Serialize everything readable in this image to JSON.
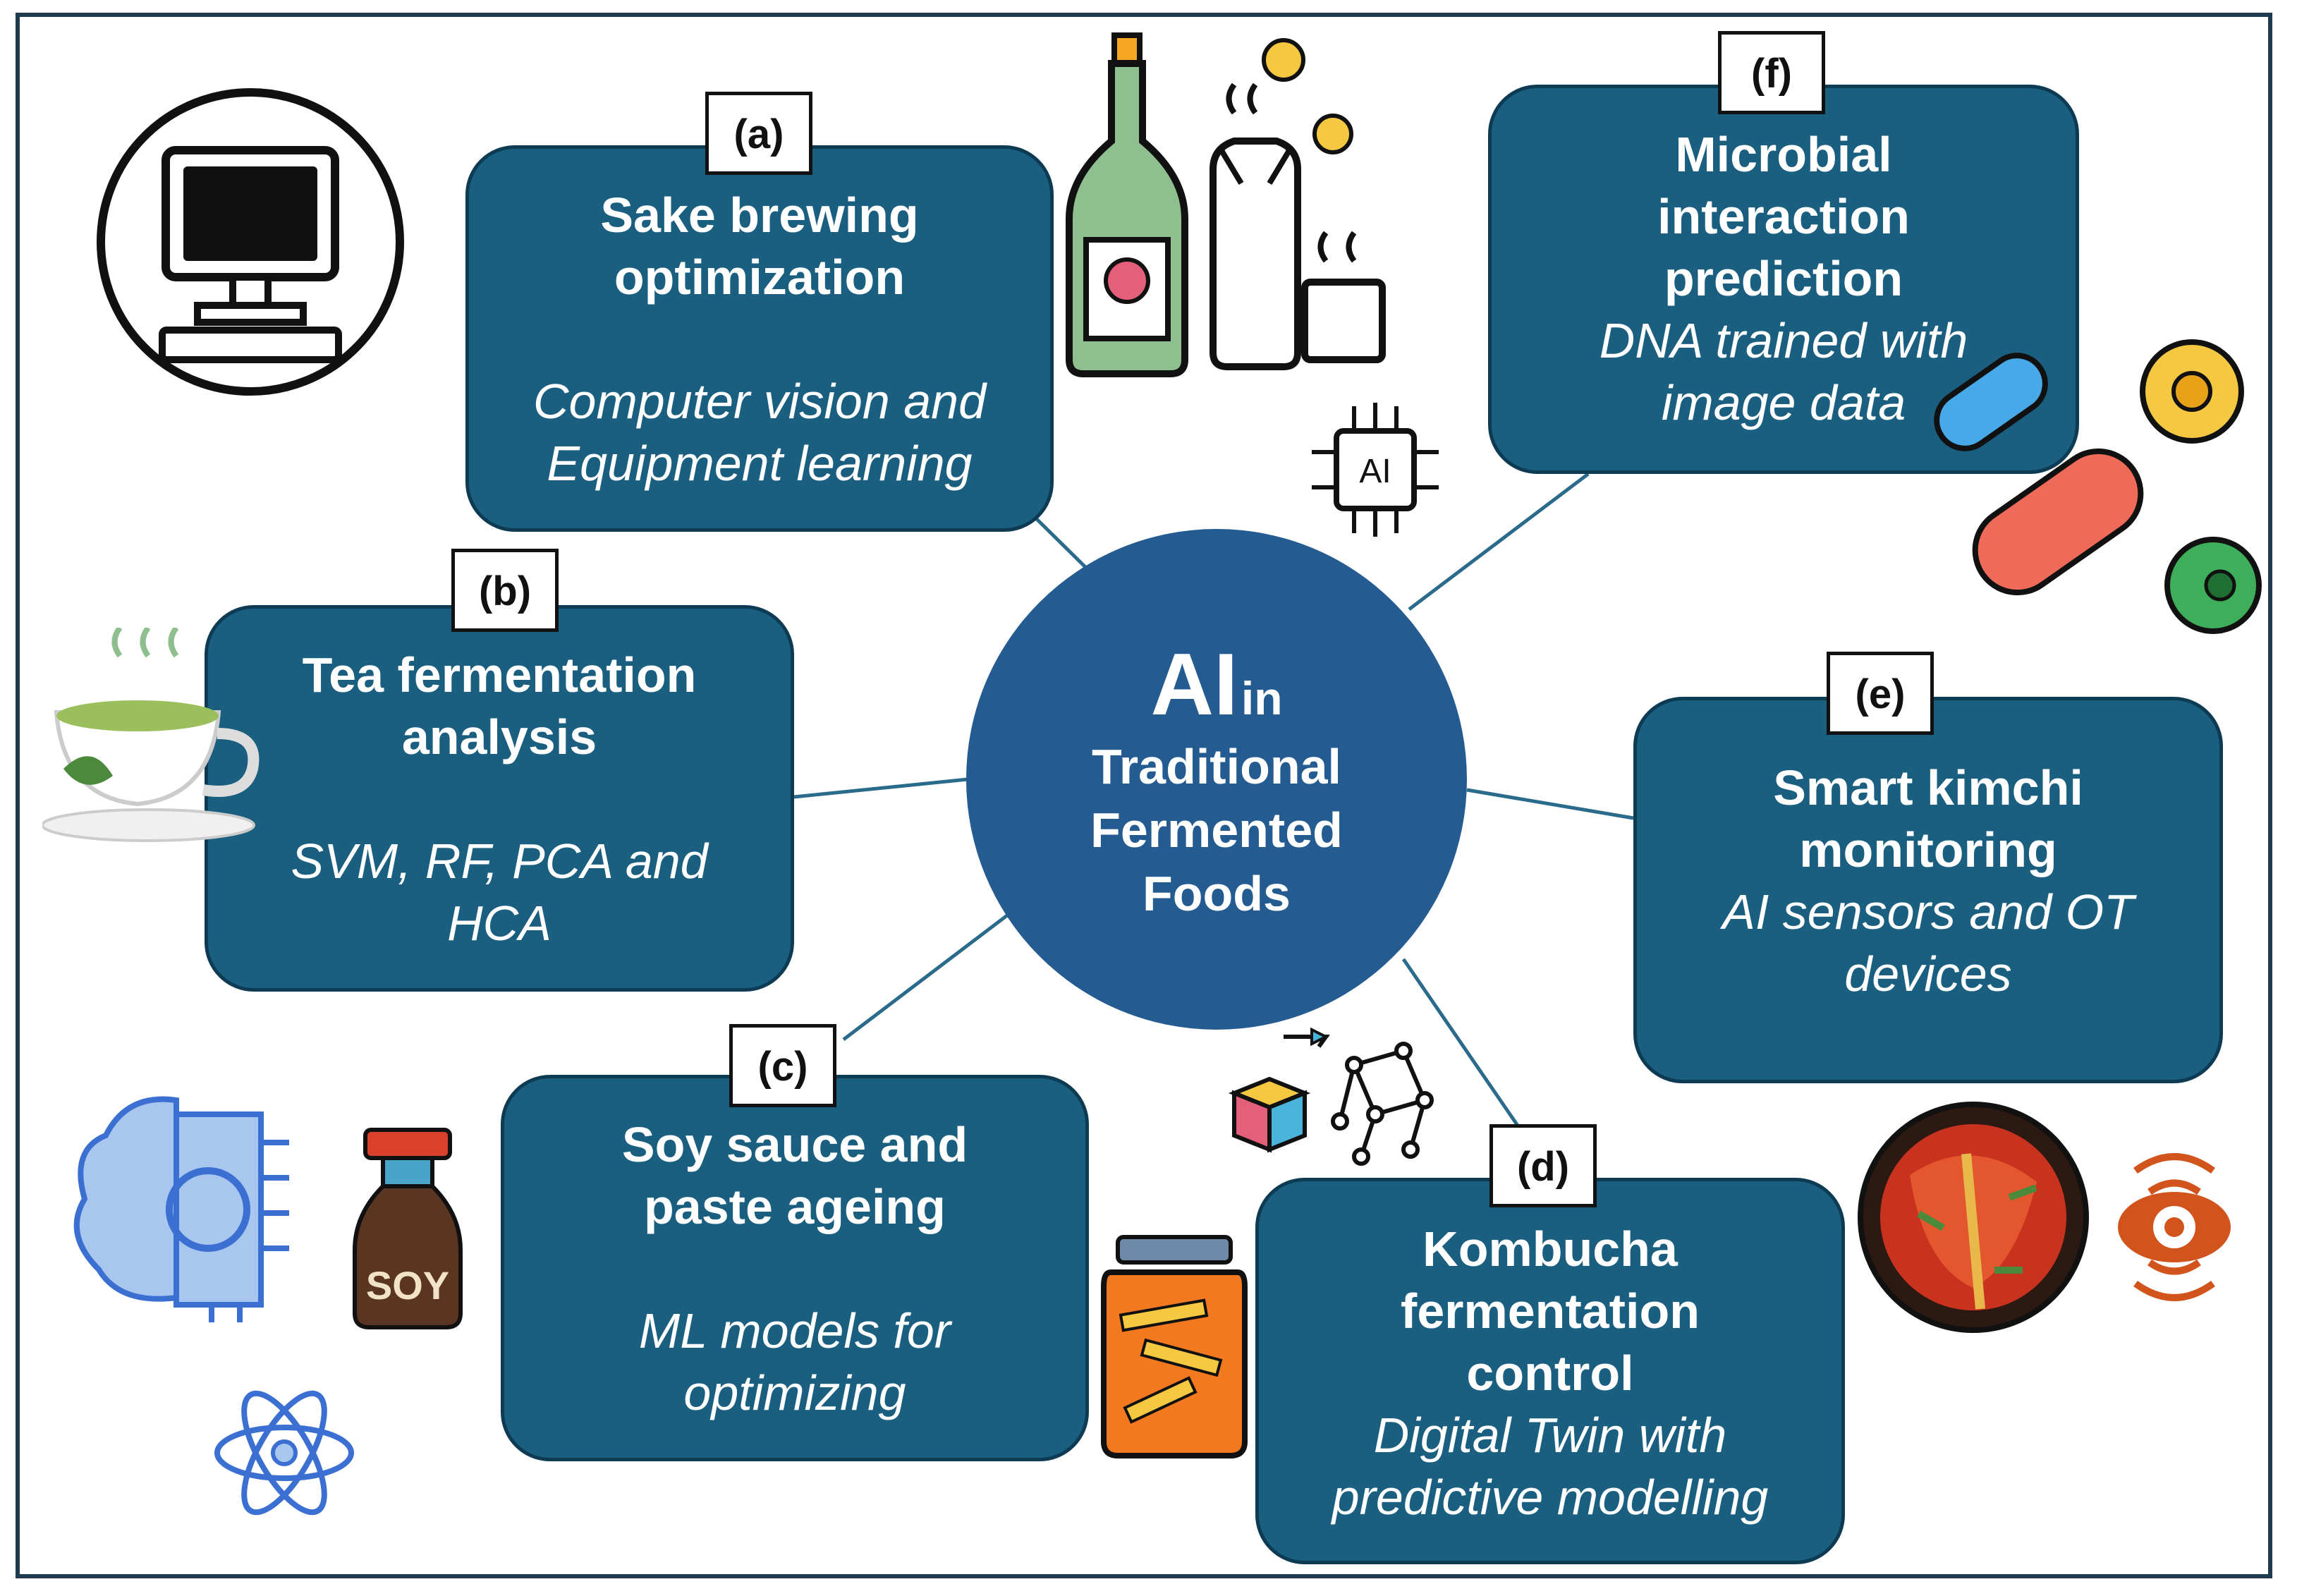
{
  "center": {
    "ai": "AI",
    "in": "in",
    "line1": "Traditional",
    "line2": "Fermented",
    "line3": "Foods"
  },
  "cards": {
    "a": {
      "tag": "(a)",
      "title1": "Sake brewing",
      "title2": "optimization",
      "sub1": "Computer vision and",
      "sub2": "Equipment learning"
    },
    "b": {
      "tag": "(b)",
      "title1": "Tea fermentation",
      "title2": "analysis",
      "sub1": "SVM, RF, PCA and",
      "sub2": "HCA"
    },
    "c": {
      "tag": "(c)",
      "title1": "Soy sauce and",
      "title2": "paste ageing",
      "sub1": "ML models for",
      "sub2": "optimizing"
    },
    "d": {
      "tag": "(d)",
      "title1": "Kombucha",
      "title2": "fermentation",
      "title3": "control",
      "sub1": "Digital Twin with",
      "sub2": "predictive modelling"
    },
    "e": {
      "tag": "(e)",
      "title1": "Smart kimchi",
      "title2": "monitoring",
      "sub1": "AI sensors and OT",
      "sub2": "devices"
    },
    "f": {
      "tag": "(f)",
      "title1": "Microbial",
      "title2": "interaction",
      "title3": "prediction",
      "sub1": "DNA trained with",
      "sub2": "image data"
    }
  },
  "icons": {
    "ai_chip_label": "AI",
    "soy_label": "SOY"
  },
  "colors": {
    "card_fill": "#1a5e80",
    "card_border": "#0e3b54",
    "hub_fill": "#245b90",
    "connector": "#2a6a8a"
  }
}
